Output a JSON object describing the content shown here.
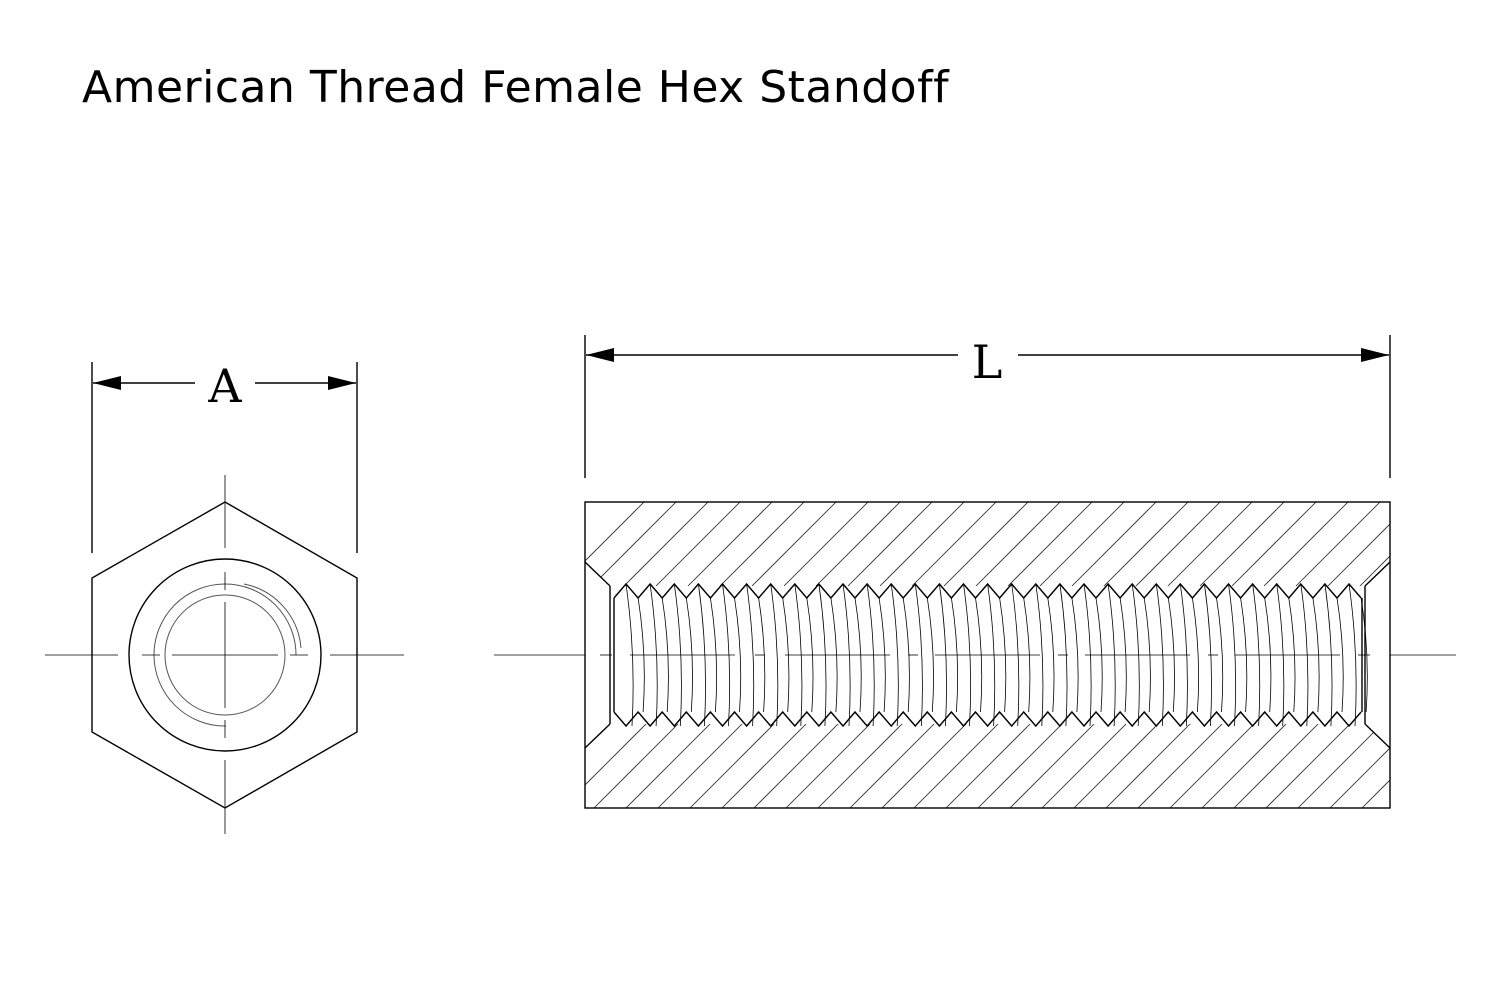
{
  "title": "American Thread Female Hex Standoff",
  "dimensions": {
    "across_flats_label": "A",
    "length_label": "L"
  },
  "colors": {
    "line": "#000000",
    "background": "#ffffff"
  }
}
